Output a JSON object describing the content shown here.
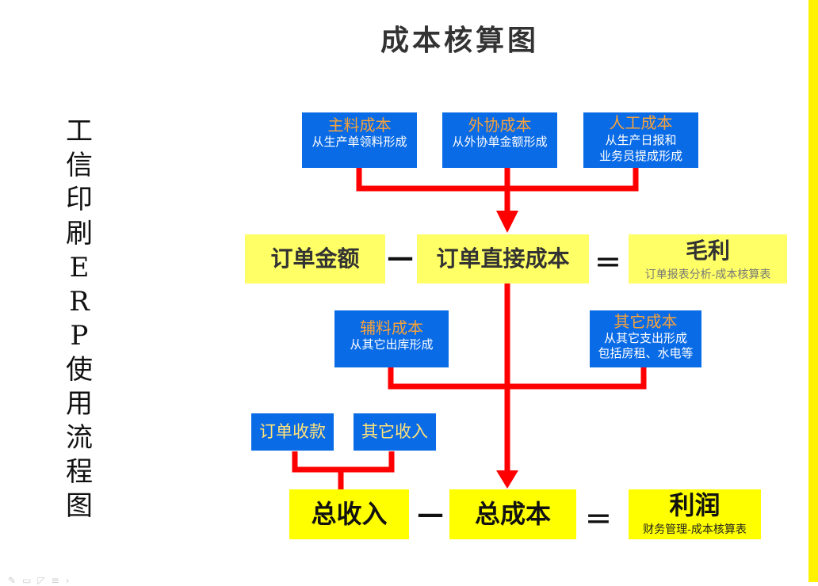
{
  "title": "成本核算图",
  "vertical_title": "工信印刷ERP使用流程图",
  "cost_sources_top": [
    {
      "title": "主料成本",
      "sub": "从生产单领料形成"
    },
    {
      "title": "外协成本",
      "sub": "从外协单金额形成"
    },
    {
      "title": "人工成本",
      "sub1": "从生产日报和",
      "sub2": "业务员提成形成"
    }
  ],
  "order_row": {
    "order_amount": "订单金额",
    "minus": "—",
    "direct_cost": "订单直接成本",
    "equals": "＝",
    "gross_profit": "毛利",
    "gross_profit_sub": "订单报表分析-成本核算表"
  },
  "cost_sources_mid": [
    {
      "title": "辅料成本",
      "sub": "从其它出库形成"
    },
    {
      "title": "其它成本",
      "sub1": "从其它支出形成",
      "sub2": "包括房租、水电等"
    }
  ],
  "income_sources": [
    {
      "title": "订单收款"
    },
    {
      "title": "其它收入"
    }
  ],
  "bottom_row": {
    "total_income": "总收入",
    "minus": "—",
    "total_cost": "总成本",
    "equals": "＝",
    "profit": "利润",
    "profit_sub": "财务管理-成本核算表"
  },
  "nav_icons": [
    "pen-icon",
    "slide-icon",
    "pointer-icon",
    "menu-icon",
    "next-icon"
  ],
  "colors": {
    "box_blue": "#0a6be6",
    "connector_red": "#ff0000",
    "highlight_yellow": "#ffff00",
    "pale_yellow": "#ffff66",
    "orange_text": "#f7a23a"
  }
}
